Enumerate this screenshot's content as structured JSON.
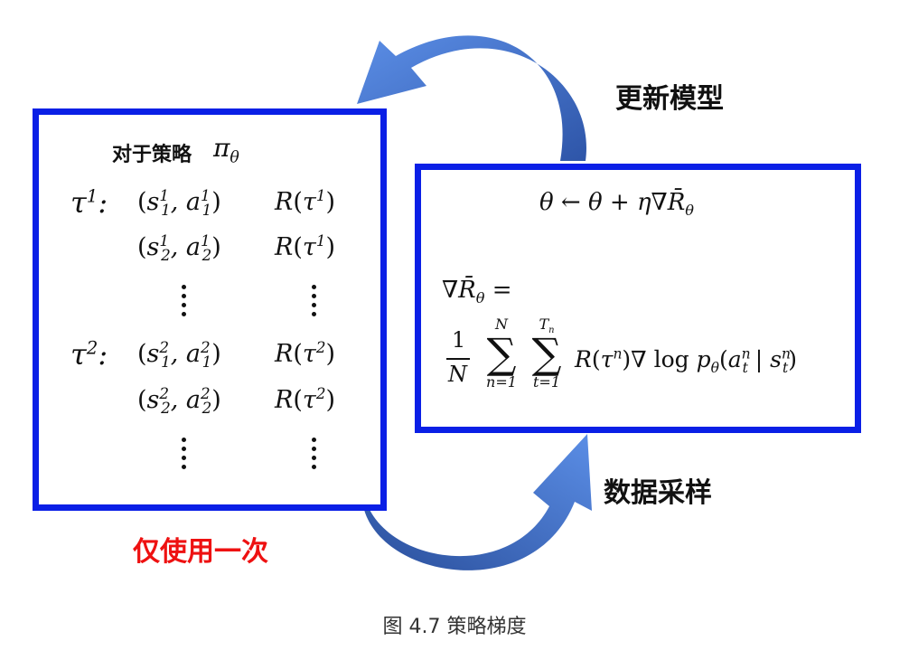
{
  "labels": {
    "update_model": "更新模型",
    "data_sampling": "数据采样",
    "use_once": "仅使用一次",
    "for_policy": "对于策略"
  },
  "math": {
    "pi_theta": "πθ",
    "update_rule": "θ ← θ + η∇R̄θ",
    "grad_lhs": "∇R̄θ =",
    "fraction_num": "1",
    "fraction_den": "N",
    "sum1_upper": "N",
    "sum1_lower": "n=1",
    "sum2_upper": "Tn",
    "sum2_lower": "t=1",
    "summand": "R(τⁿ)∇ log pθ(aₜⁿ | sₜⁿ)"
  },
  "trajectories": [
    {
      "tau": "τ¹:",
      "rows": [
        {
          "pair": "(s₁¹, a₁¹)",
          "reward": "R(τ¹)"
        },
        {
          "pair": "(s₂¹, a₂¹)",
          "reward": "R(τ¹)"
        }
      ]
    },
    {
      "tau": "τ²:",
      "rows": [
        {
          "pair": "(s₁², a₁²)",
          "reward": "R(τ²)"
        },
        {
          "pair": "(s₂², a₂²)",
          "reward": "R(τ²)"
        }
      ]
    }
  ],
  "caption": "图 4.7 策略梯度",
  "colors": {
    "box_border": "#0a1fe6",
    "arrow": "#3d6fd0",
    "use_once": "#ee1111"
  }
}
